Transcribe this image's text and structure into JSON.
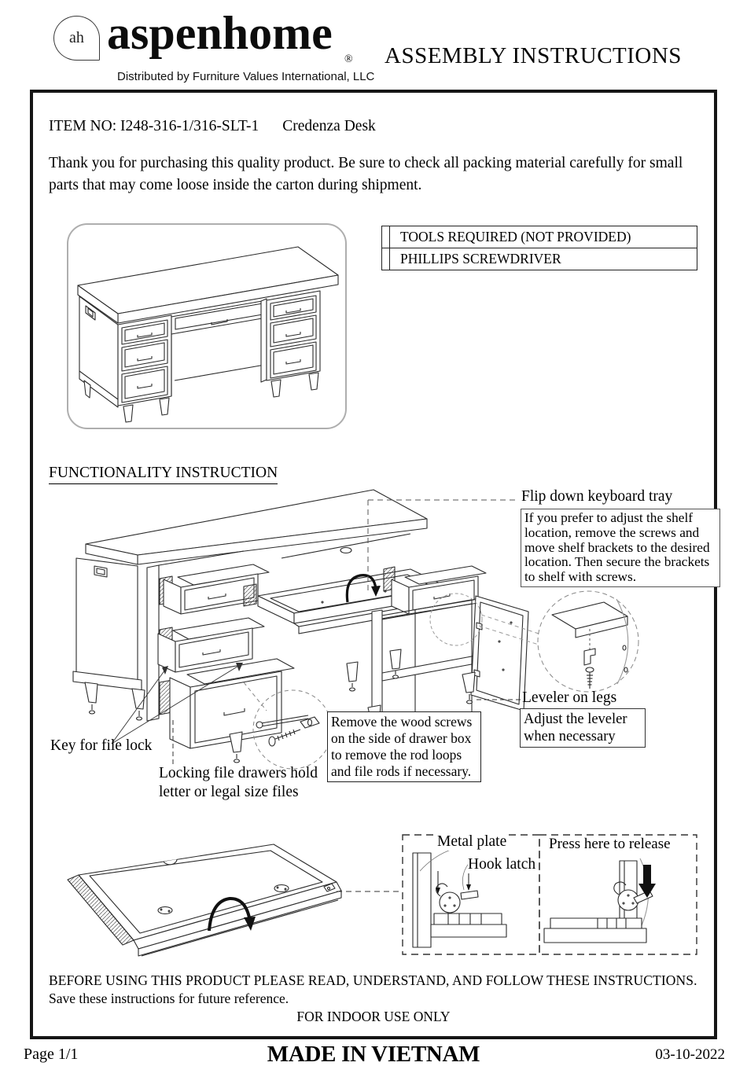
{
  "header": {
    "monogram": "ah",
    "brand": "aspenhome",
    "registered_mark": "®",
    "distributor": "Distributed by Furniture Values International, LLC",
    "doc_title": "ASSEMBLY INSTRUCTIONS"
  },
  "item": {
    "item_no": "ITEM NO: I248-316-1/316-SLT-1",
    "product_name": "Credenza Desk",
    "intro": "Thank you for purchasing this quality product. Be sure to check all packing material carefully for small parts that may come loose inside the carton during shipment."
  },
  "tools": {
    "title": "TOOLS REQUIRED (NOT PROVIDED)",
    "items": [
      "PHILLIPS SCREWDRIVER"
    ]
  },
  "functionality": {
    "heading": "FUNCTIONALITY INSTRUCTION",
    "flip_tray_label": "Flip down keyboard tray",
    "shelf_note": "If you prefer to adjust the shelf location, remove the screws and move shelf brackets to the desired location. Then secure the brackets to shelf with screws.",
    "leveler_label": "Leveler on legs",
    "leveler_note": "Adjust the leveler when necessary",
    "key_label": "Key for file lock",
    "locking_label": "Locking file drawers hold letter or legal size files",
    "wood_screw_note": "Remove the wood screws on the side of drawer box to remove the rod loops and file rods if necessary."
  },
  "latch_detail": {
    "metal_plate_label": "Metal plate",
    "hook_latch_label": "Hook latch",
    "press_label": "Press here to release"
  },
  "notices": {
    "read_line": "BEFORE USING THIS PRODUCT PLEASE READ, UNDERSTAND, AND FOLLOW THESE INSTRUCTIONS.",
    "save_line": "Save these instructions for future reference.",
    "indoor_line": "FOR INDOOR USE ONLY"
  },
  "footer": {
    "page": "Page 1/1",
    "made_in": "MADE IN VIETNAM",
    "date": "03-10-2022"
  },
  "icons": {
    "logo_badge": "ah-monogram-badge",
    "flip_arrow": "curved-flip-arrow",
    "press_arrow": "down-arrow",
    "screw": "wood-screw",
    "leveler_foot": "leveler-screw-foot"
  },
  "colors": {
    "line": "#2b2b2b",
    "frame": "#151515",
    "dash": "#555555"
  }
}
